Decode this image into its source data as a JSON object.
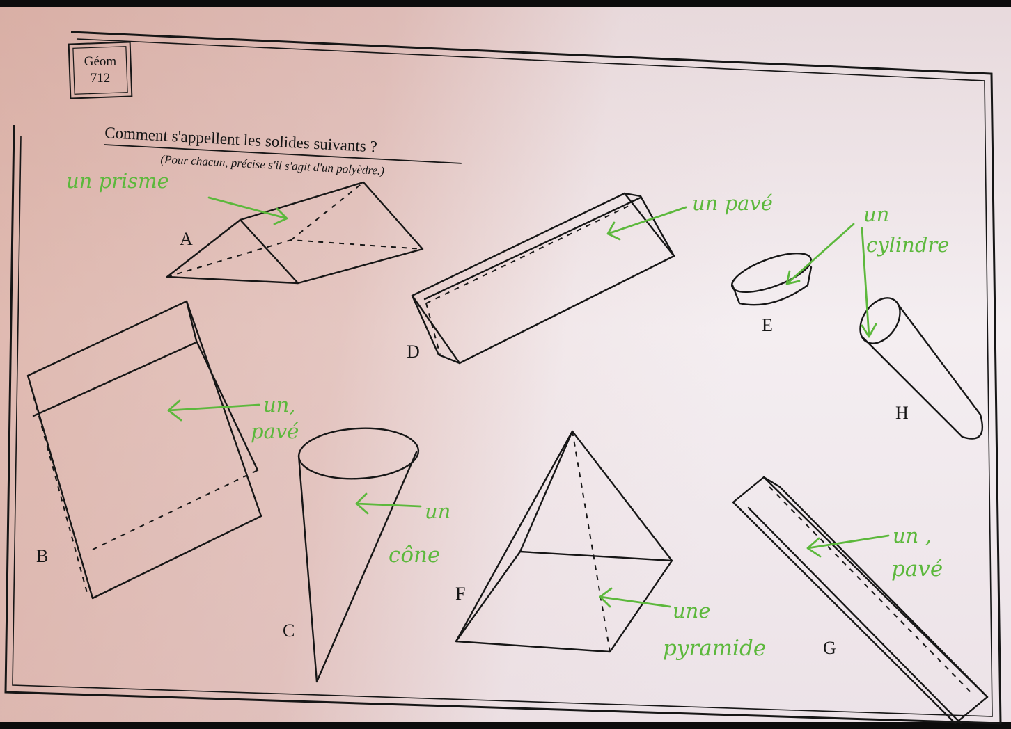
{
  "sheet": {
    "code_line1": "Géom",
    "code_line2": "712",
    "title": "Comment s'appellent les solides suivants ?",
    "subtitle": "(Pour chacun, précise s'il s'agit d'un polyèdre.)"
  },
  "solids": {
    "A": "A",
    "B": "B",
    "C": "C",
    "D": "D",
    "E": "E",
    "F": "F",
    "G": "G",
    "H": "H"
  },
  "answers": {
    "A": "un prisme",
    "B_line1": "un,",
    "B_line2": "pavé",
    "C_line1": "un",
    "C_line2": "cône",
    "D": "un pavé",
    "EH_line1": "un",
    "EH_line2": "cylindre",
    "F_line1": "une",
    "F_line2": "pyramide",
    "G_line1": "un ,",
    "G_line2": "pavé"
  },
  "colors": {
    "ink": "#161616",
    "handwriting": "#5cb83c",
    "paper": "#f4eef1",
    "shadow": "#d29686"
  }
}
